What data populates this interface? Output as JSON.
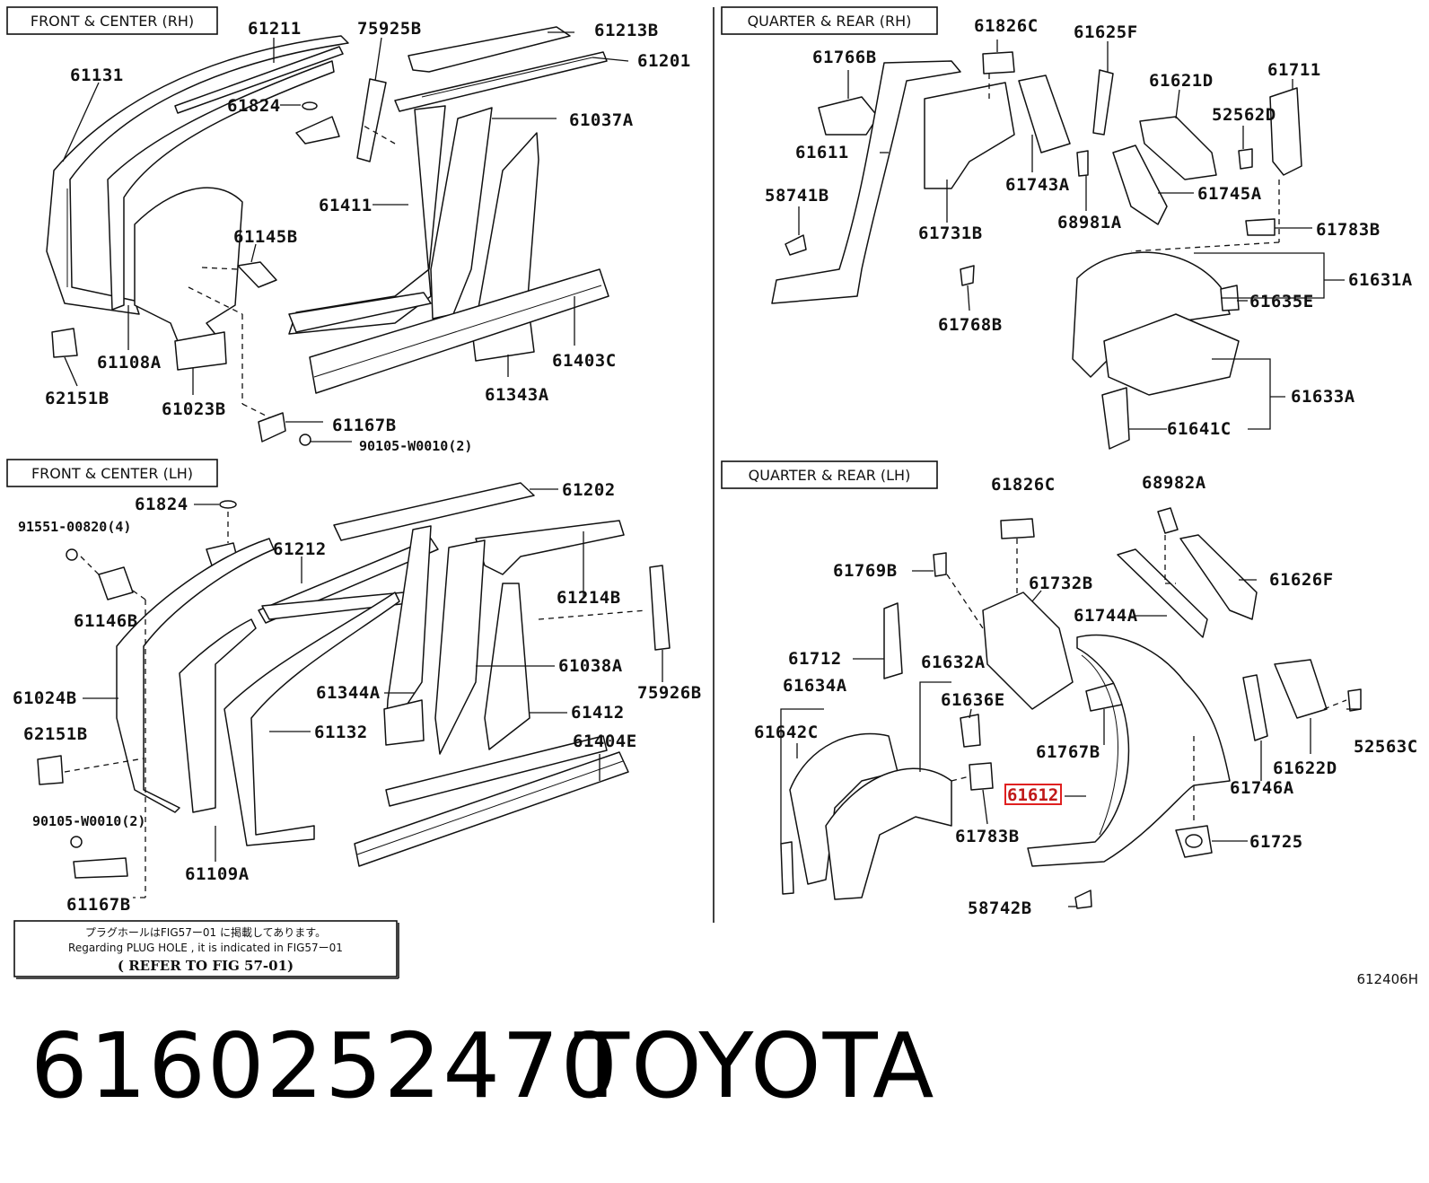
{
  "sections": {
    "front_rh": "FRONT & CENTER (RH)",
    "quarter_rh": "QUARTER & REAR (RH)",
    "front_lh": "FRONT & CENTER (LH)",
    "quarter_lh": "QUARTER & REAR (LH)"
  },
  "labels": {
    "front_rh": [
      "61211",
      "75925B",
      "61213B",
      "61131",
      "61201",
      "61824",
      "61037A",
      "61411",
      "61145B",
      "61108A",
      "62151B",
      "61023B",
      "61343A",
      "61403C",
      "61167B",
      "90105-W0010(2)"
    ],
    "quarter_rh": [
      "61826C",
      "61625F",
      "61766B",
      "61711",
      "61621D",
      "52562D",
      "61611",
      "61743A",
      "61745A",
      "58741B",
      "61731B",
      "68981A",
      "61783B",
      "61631A",
      "61635E",
      "61768B",
      "61633A",
      "61641C"
    ],
    "front_lh": [
      "61824",
      "61202",
      "91551-00820(4)",
      "61212",
      "61146B",
      "61214B",
      "61038A",
      "61024B",
      "61344A",
      "75926B",
      "61412",
      "62151B",
      "61132",
      "61404E",
      "90105-W0010(2)",
      "61109A",
      "61167B"
    ],
    "quarter_lh": [
      "61826C",
      "68982A",
      "61769B",
      "61732B",
      "61626F",
      "61744A",
      "61712",
      "61632A",
      "61634A",
      "61636E",
      "61642C",
      "61767B",
      "52563C",
      "61746A",
      "61622D",
      "61783B",
      "61725",
      "58742B"
    ]
  },
  "highlighted_label": "61612",
  "note": {
    "line1": "プラグホールはFIG57ー01 に掲載してあります。",
    "line2": "Regarding  PLUG HOLE , it is indicated in FIG57ー01",
    "line3": "( REFER TO FIG 57-01)"
  },
  "figure_code": "612406H",
  "part_number": "6160252470",
  "brand": "TOYOTA",
  "colors": {
    "highlight": "#e02020",
    "ink": "#111111"
  }
}
